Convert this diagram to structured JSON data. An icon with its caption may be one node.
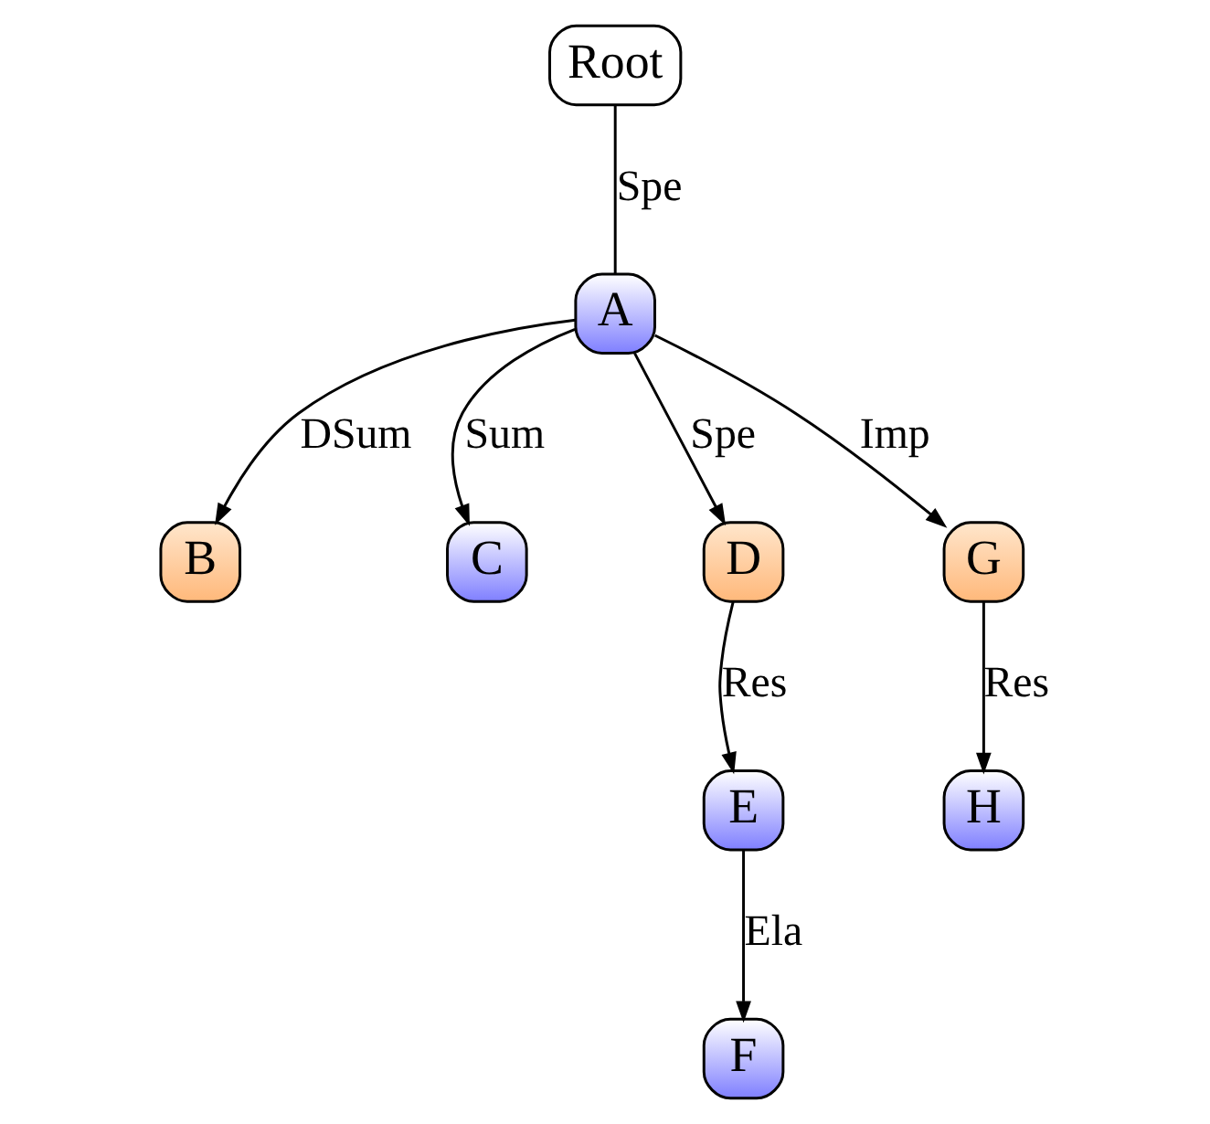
{
  "diagram": {
    "nodes": [
      {
        "text": [
          "Root"
        ]
      },
      {
        "text": [
          "A"
        ]
      },
      {
        "text": [
          "B"
        ]
      },
      {
        "text": [
          "C"
        ]
      },
      {
        "text": [
          "D"
        ]
      },
      {
        "text": [
          "G"
        ]
      },
      {
        "text": [
          "E"
        ]
      },
      {
        "text": [
          "H"
        ]
      },
      {
        "text": [
          "F"
        ]
      }
    ],
    "edges": [
      {
        "from": 0,
        "to": 1,
        "arrow": "none",
        "label": "Spe"
      },
      {
        "from": 1,
        "to": 2,
        "arrow": "to",
        "label": "DSum"
      },
      {
        "from": 1,
        "to": 3,
        "arrow": "to",
        "label": "Sum"
      },
      {
        "from": 1,
        "to": 4,
        "arrow": "to",
        "label": "Spe"
      },
      {
        "from": 1,
        "to": 5,
        "arrow": "to",
        "label": "Imp"
      },
      {
        "from": 4,
        "to": 6,
        "arrow": "to",
        "label": "Res"
      },
      {
        "from": 5,
        "to": 7,
        "arrow": "to",
        "label": "Res"
      },
      {
        "from": 6,
        "to": 8,
        "arrow": "to",
        "label": "Ela"
      }
    ]
  }
}
